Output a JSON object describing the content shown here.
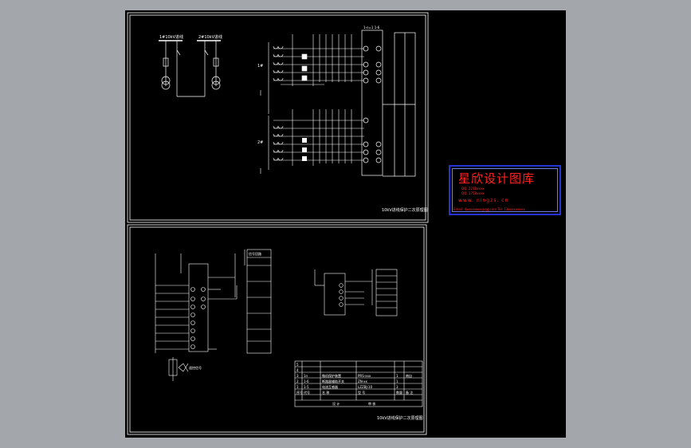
{
  "stamp": {
    "brand": "星欣设计图库",
    "line1": "QQ: 2218xxxx",
    "line2": "QQ: 1758xxxx",
    "url": "www. ningzs. cn",
    "contact": "Email: 4xxxxxxxx@qq.com  Tel: 13xxxxxxxxx"
  },
  "top_panel": {
    "feeder_left": "1#10kV进线",
    "feeder_right": "2#10kV进线",
    "group_a": "1#",
    "group_b": "2#",
    "terminal_block": "1-n=1 1-6",
    "caption": "10kV进线保护二次原理图"
  },
  "bottom_panel": {
    "remote_label": "遥控信号",
    "legend_title": "信号回路",
    "caption": "10kV进线保护二次原理图"
  },
  "title_block": {
    "rows": [
      [
        "5",
        "",
        "",
        "",
        "",
        ""
      ],
      [
        "4",
        "",
        "",
        "",
        "",
        ""
      ],
      [
        "3",
        "1n",
        "微机保护装置",
        "PRS-xxx",
        "1",
        "南自"
      ],
      [
        "2",
        "1-6",
        "断路器辅助开关",
        "ZN-xx",
        "1",
        ""
      ],
      [
        "1",
        "1-5",
        "电流互感器",
        "LZZBJ-10",
        "3",
        ""
      ],
      [
        "序号",
        "代号",
        "名 称",
        "型 号",
        "数量",
        "备 注"
      ]
    ],
    "footer": [
      "设 计",
      "审 核"
    ]
  }
}
